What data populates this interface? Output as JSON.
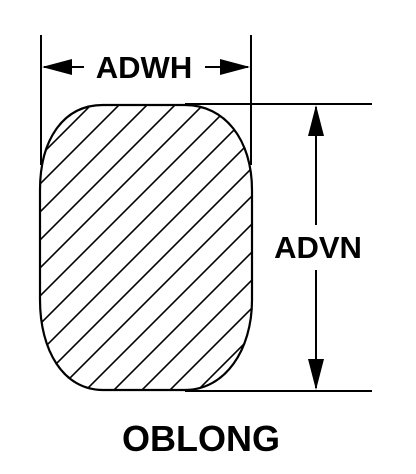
{
  "diagram": {
    "width_label": "ADWH",
    "height_label": "ADVN",
    "caption": "OBLONG",
    "colors": {
      "stroke": "#000000",
      "background": "#ffffff"
    }
  }
}
